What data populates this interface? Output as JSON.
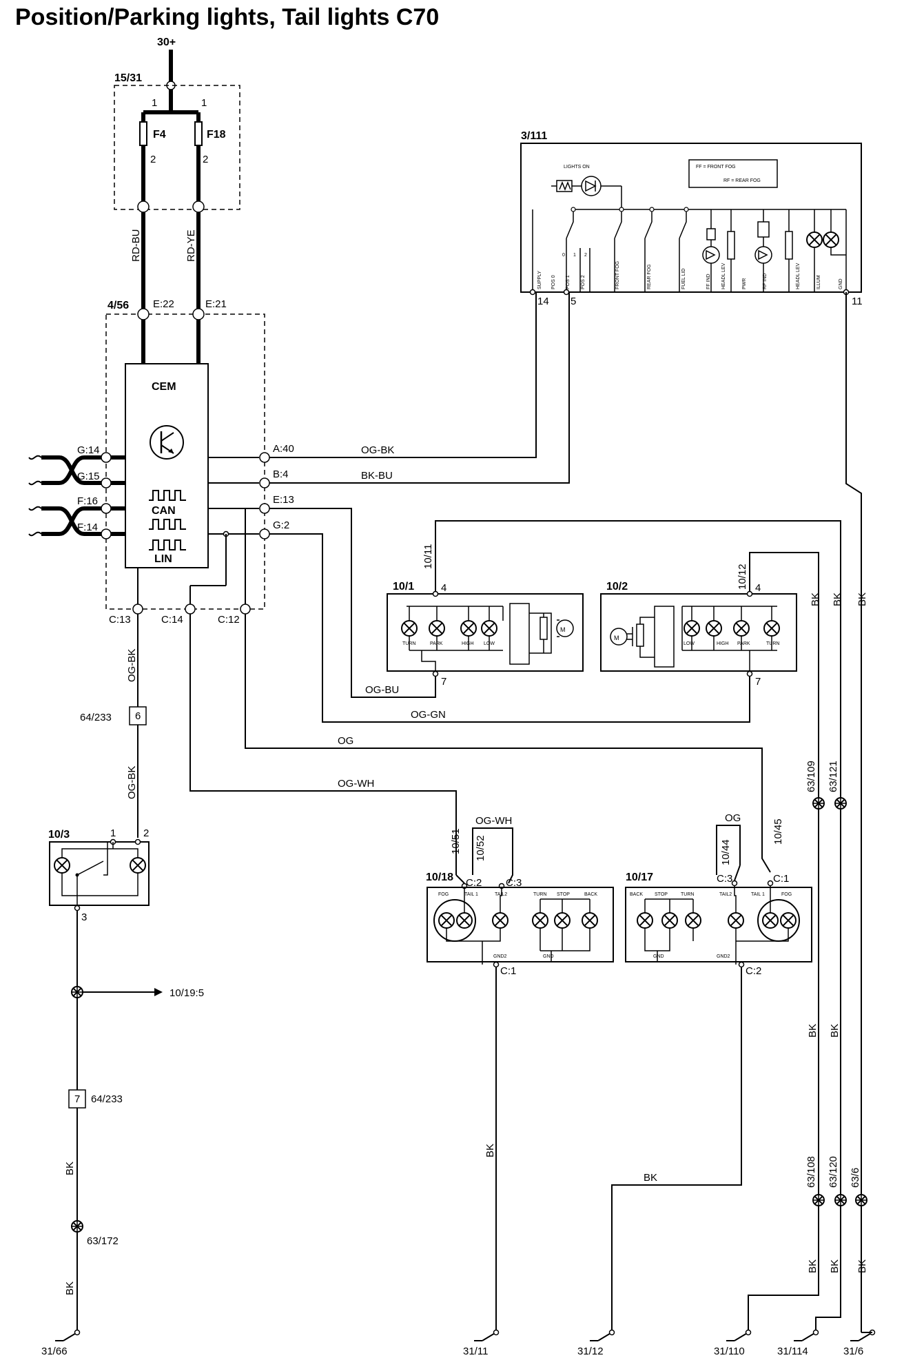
{
  "title": "Position/Parking lights, Tail lights C70",
  "supply": "30+",
  "fusebox": {
    "id": "15/31",
    "fuses": [
      "F4",
      "F18"
    ],
    "pins": [
      "1",
      "2"
    ]
  },
  "wires": {
    "rd_bu": "RD-BU",
    "rd_ye": "RD-YE",
    "og_bk": "OG-BK",
    "bk_bu": "BK-BU",
    "og_bu": "OG-BU",
    "og_gn": "OG-GN",
    "og": "OG",
    "og_wh": "OG-WH",
    "bk": "BK"
  },
  "cem": {
    "id": "4/56",
    "name": "CEM",
    "can": "CAN",
    "lin": "LIN",
    "pins_top": [
      "E:22",
      "E:21"
    ],
    "pins_left": [
      "G:14",
      "G:15",
      "F:16",
      "F:14"
    ],
    "pins_right": [
      "A:40",
      "B:4",
      "E:13",
      "G:2"
    ],
    "pins_bottom": [
      "C:13",
      "C:14",
      "C:12"
    ]
  },
  "switch": {
    "id": "3/111",
    "lights_on": "LIGHTS ON",
    "legend_ff": "FF = FRONT FOG",
    "legend_rf": "RF = REAR FOG",
    "pin_labels": [
      "SUPPLY",
      "POS 0",
      "POS 1",
      "POS 2",
      "FRONT FOG",
      "REAR FOG",
      "FUEL LID",
      "FF IND",
      "HEADL LEV",
      "PWR",
      "RF IND",
      "HEADL LEV",
      "ILLUM",
      "GND"
    ],
    "pos_marks": [
      "0",
      "1",
      "2"
    ],
    "pins": [
      "14",
      "5",
      "11"
    ]
  },
  "headlamp_left": {
    "id": "10/1",
    "conn": "10/11",
    "pin_top": "4",
    "pin_bottom": "7",
    "bulbs": [
      "TURN",
      "PARK",
      "HIGH",
      "LOW"
    ]
  },
  "headlamp_right": {
    "id": "10/2",
    "conn": "10/12",
    "pin_top": "4",
    "pin_bottom": "7",
    "bulbs": [
      "LOW",
      "HIGH",
      "PARK",
      "TURN"
    ]
  },
  "connector_64_233": {
    "id": "64/233",
    "pin_a": "6",
    "pin_b": "7"
  },
  "relay": {
    "id": "10/3",
    "pins": [
      "1",
      "2",
      "3"
    ]
  },
  "splice_ref": "10/19:5",
  "splices": [
    "63/172",
    "63/109",
    "63/121",
    "63/108",
    "63/120",
    "63/6"
  ],
  "taillamp_left": {
    "id": "10/18",
    "conn_a": "10/51",
    "conn_b": "10/52",
    "c2": "C:2",
    "c3": "C:3",
    "c1": "C:1",
    "bulbs": [
      "FOG",
      "TAIL 1",
      "TAIL2",
      "TURN",
      "STOP",
      "BACK"
    ],
    "gnd_labels": [
      "GND2",
      "GND"
    ]
  },
  "taillamp_right": {
    "id": "10/17",
    "conn_a": "10/44",
    "conn_b": "10/45",
    "c3": "C:3",
    "c1": "C:1",
    "c2": "C:2",
    "bulbs": [
      "BACK",
      "STOP",
      "TURN",
      "TAIL2",
      "TAIL 1",
      "FOG"
    ],
    "gnd_labels": [
      "GND",
      "GND2"
    ]
  },
  "grounds": [
    "31/66",
    "31/11",
    "31/12",
    "31/110",
    "31/114",
    "31/6"
  ]
}
